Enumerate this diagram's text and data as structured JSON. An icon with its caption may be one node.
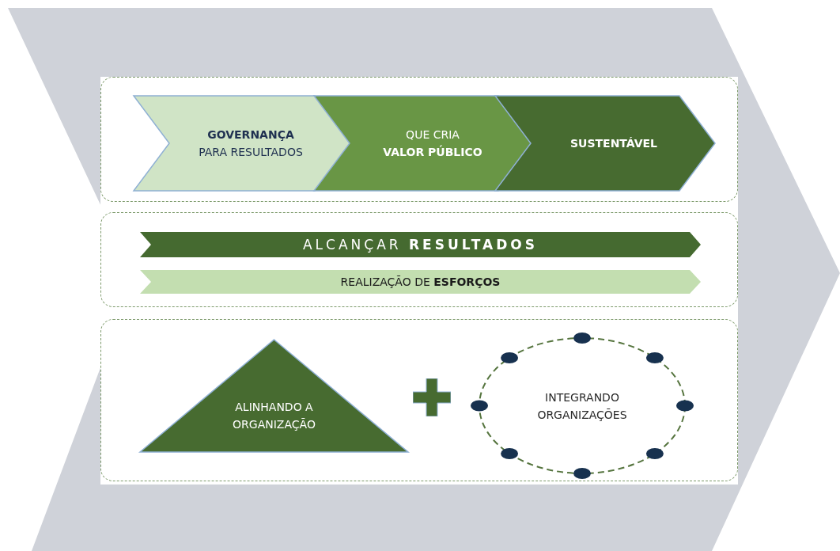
{
  "diagram": {
    "nodes": [
      {
        "text": [],
        "shape": "box"
      },
      {
        "text": [
          "GOVERNANÇA",
          "PARA RESULTADOS"
        ],
        "in": 0
      },
      {
        "text": [
          "QUE CRIA",
          "VALOR PÚBLICO"
        ],
        "in": 0
      },
      {
        "text": [
          "SUSTENTÁVEL"
        ],
        "in": 0
      },
      {
        "text": [],
        "shape": "box"
      },
      {
        "text": [
          "ALCANÇAR **RESULTADOS**"
        ],
        "in": 4
      },
      {
        "text": [
          "REALIZAÇÃO DE **ESFORÇOS**"
        ],
        "in": 4
      },
      {
        "text": [],
        "shape": "box"
      },
      {
        "text": [
          "ALINHANDO A ORGANIZAÇÃO"
        ],
        "in": 7
      },
      {
        "text": [
          "INTEGRANDO ORGANIZAÇÕES"
        ],
        "in": 7
      }
    ],
    "edges": []
  }
}
